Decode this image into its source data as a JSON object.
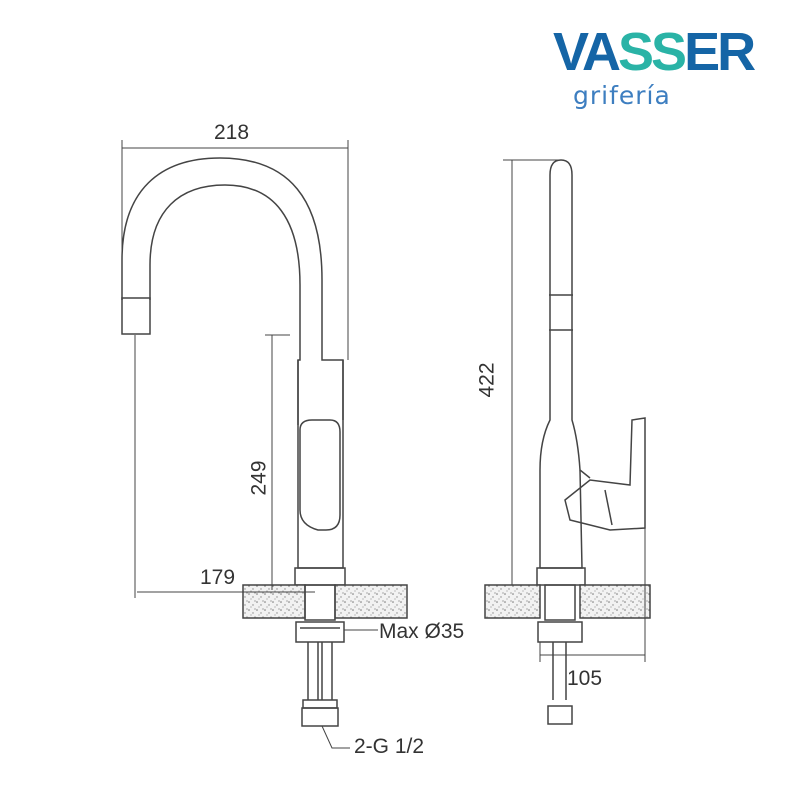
{
  "logo": {
    "brand_part1": "VA",
    "brand_part2": "SS",
    "brand_part3": "ER",
    "tagline": "grifería",
    "colors": {
      "blue": "#1565a6",
      "teal": "#2ab3a6"
    }
  },
  "dimensions": {
    "total_width": "218",
    "spout_height": "249",
    "spout_reach": "179",
    "total_height": "422",
    "handle_depth": "105",
    "hole_diameter": "Max Ø35",
    "connection": "2-G 1/2"
  }
}
